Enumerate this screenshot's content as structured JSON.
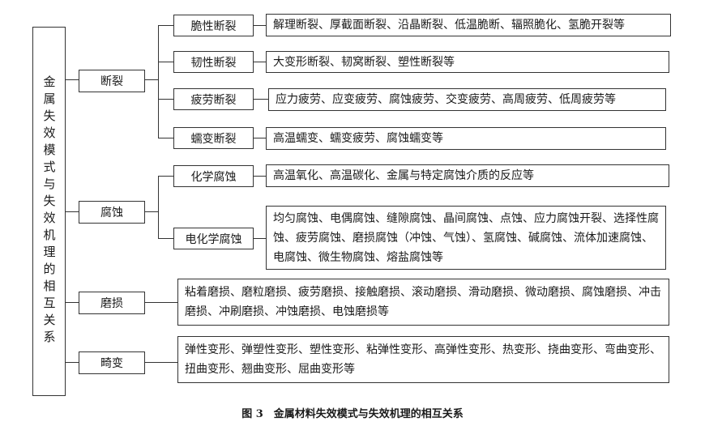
{
  "root": "金属失效模式与失效机理的相互关系",
  "modes": [
    {
      "label": "断裂",
      "subs": [
        {
          "label": "脆性断裂",
          "items": "解理断裂、厚截面断裂、沿晶断裂、低温脆断、辐照脆化、氢脆开裂等"
        },
        {
          "label": "韧性断裂",
          "items": "大变形断裂、韧窝断裂、塑性断裂等"
        },
        {
          "label": "疲劳断裂",
          "items": "应力疲劳、应变疲劳、腐蚀疲劳、交变疲劳、高周疲劳、低周疲劳等"
        },
        {
          "label": "蠕变断裂",
          "items": "高温蠕变、蠕变疲劳、腐蚀蠕变等"
        }
      ]
    },
    {
      "label": "腐蚀",
      "subs": [
        {
          "label": "化学腐蚀",
          "items": "高温氧化、高温碳化、金属与特定腐蚀介质的反应等"
        },
        {
          "label": "电化学腐蚀",
          "items": "均匀腐蚀、电偶腐蚀、缝隙腐蚀、晶间腐蚀、点蚀、应力腐蚀开裂、选择性腐蚀、疲劳腐蚀、磨损腐蚀（冲蚀、气蚀）、氢腐蚀、碱腐蚀、流体加速腐蚀、电腐蚀、微生物腐蚀、熔盐腐蚀等"
        }
      ]
    },
    {
      "label": "磨损",
      "items": "粘着磨损、磨粒磨损、疲劳磨损、接触磨损、滚动磨损、滑动磨损、微动磨损、腐蚀磨损、冲击磨损、冲刷磨损、冲蚀磨损、电蚀磨损等"
    },
    {
      "label": "畸变",
      "items": "弹性变形、弹塑性变形、塑性变形、粘弹性变形、高弹性变形、热变形、挠曲变形、弯曲变形、扭曲变形、翘曲变形、屈曲变形等"
    }
  ],
  "caption": "图 3　金属材料失效模式与失效机理的相互关系"
}
